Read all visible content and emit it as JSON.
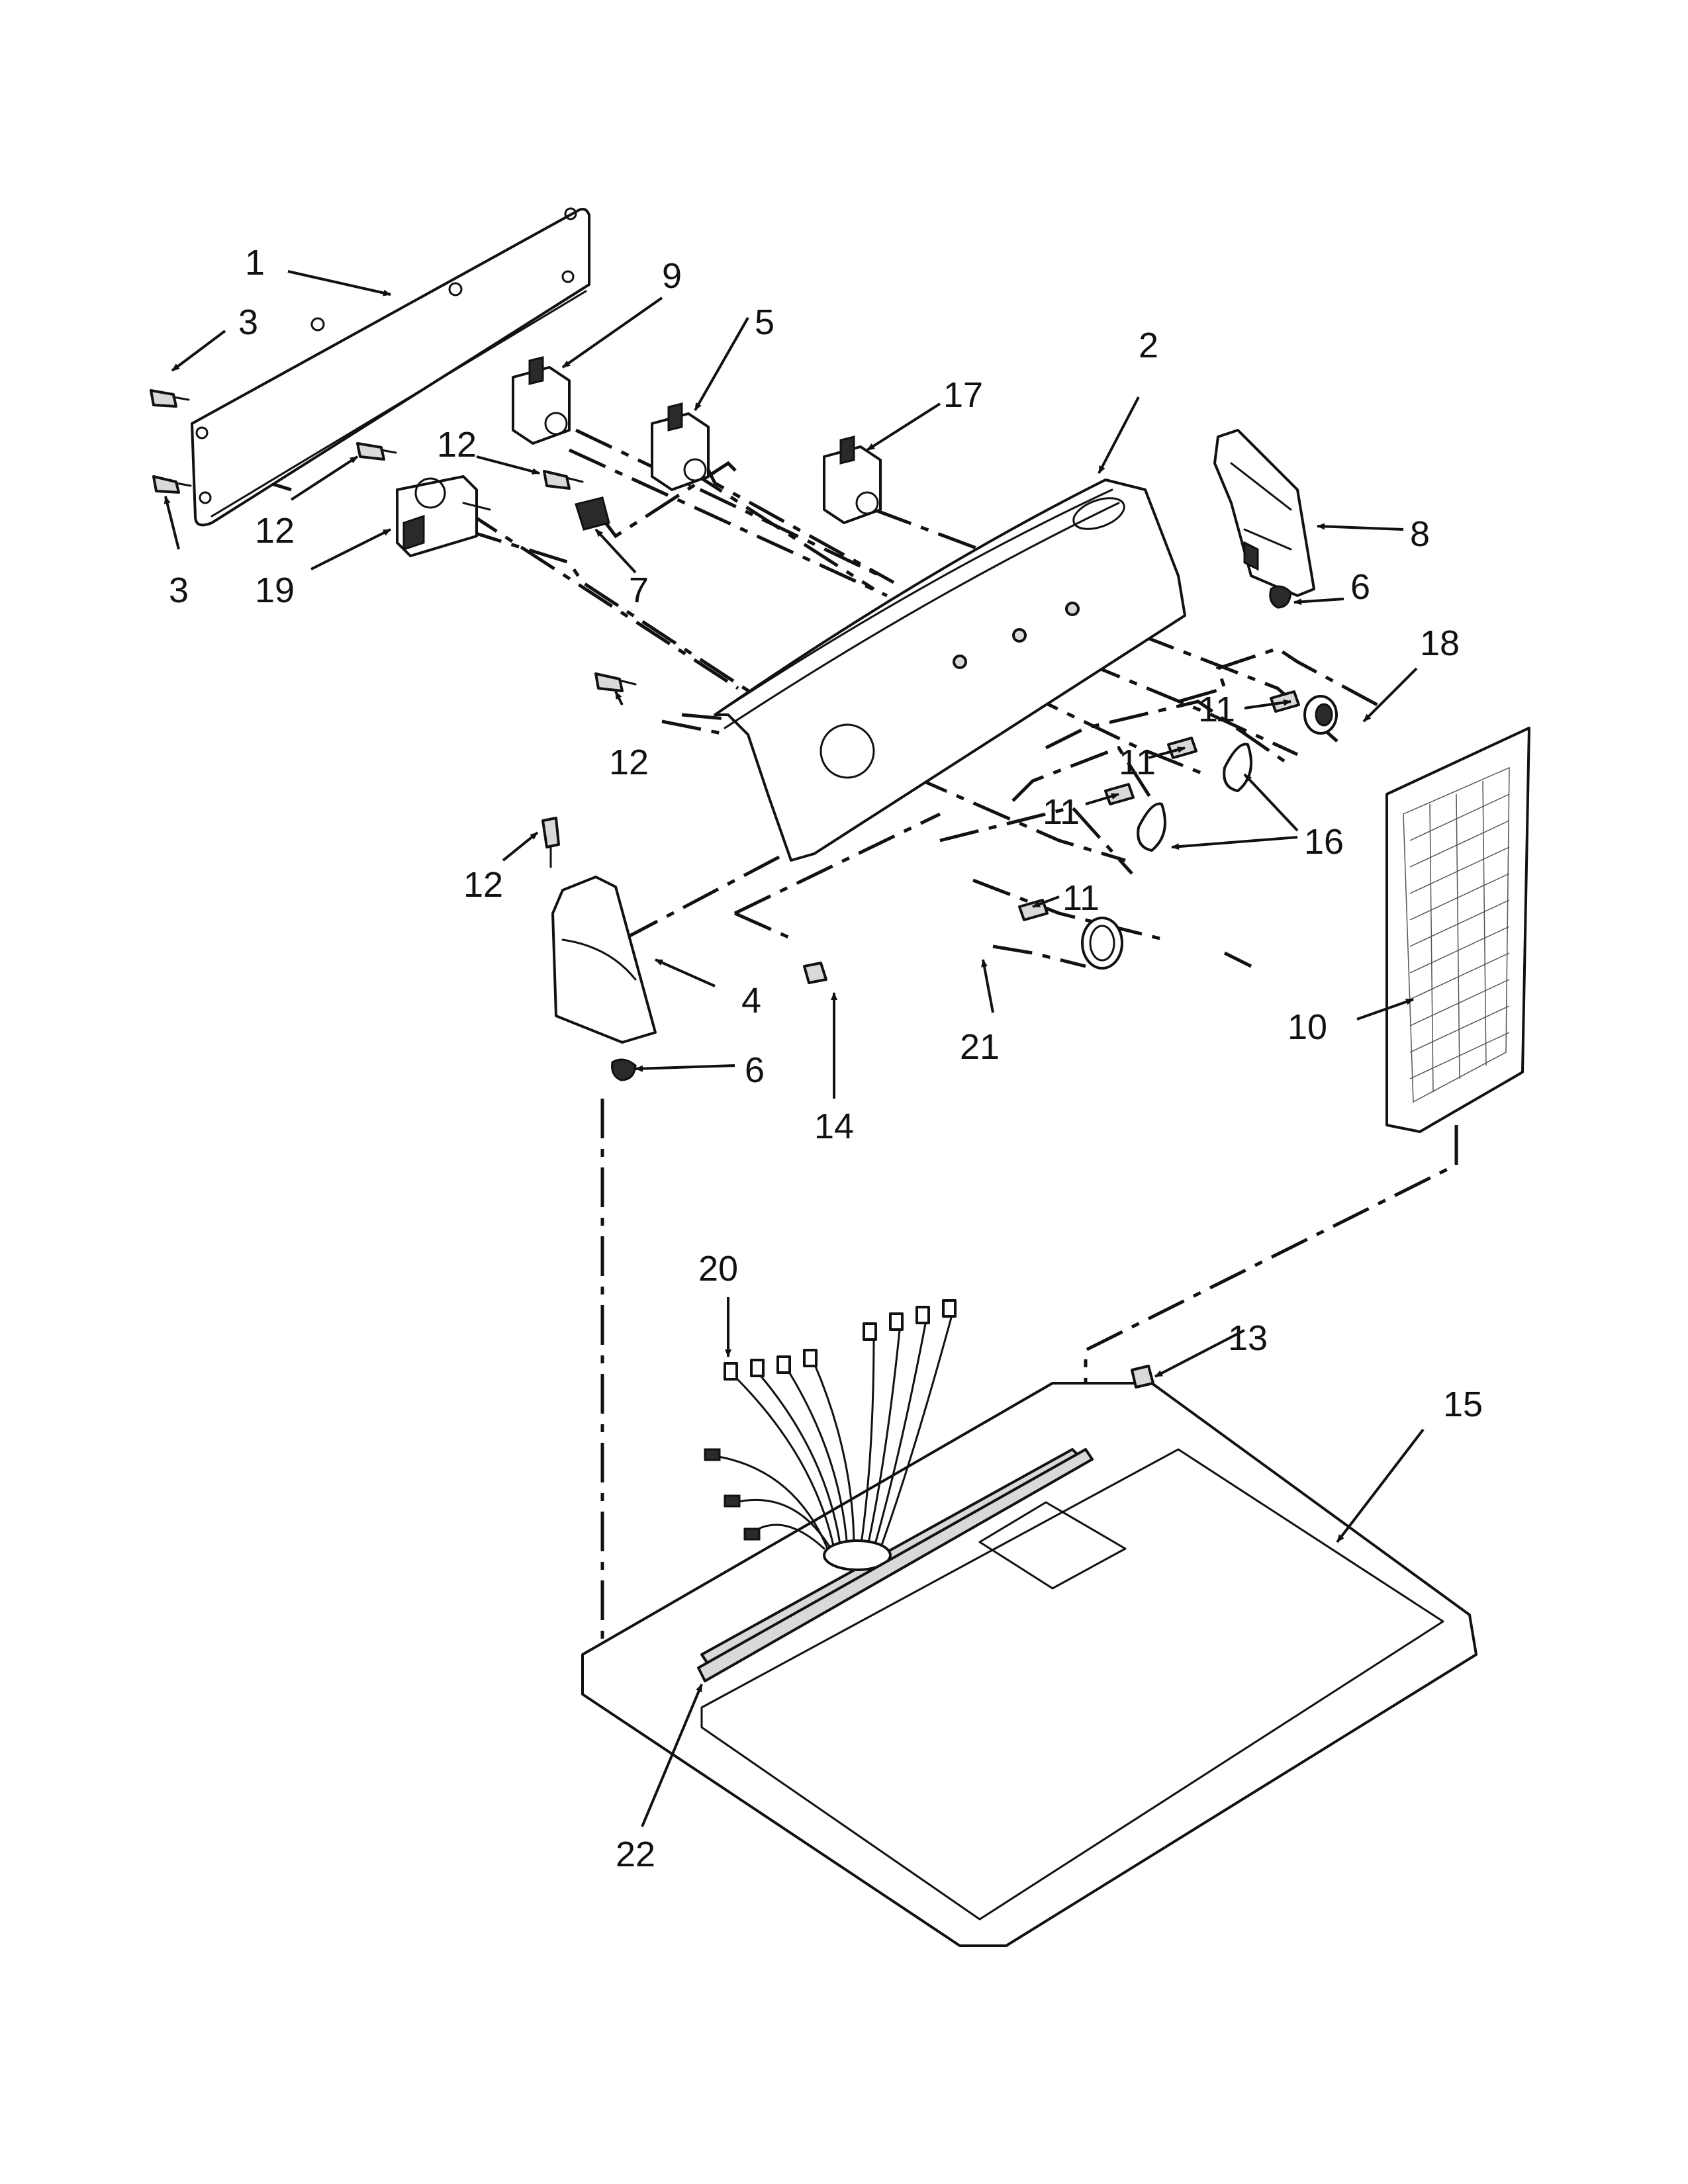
{
  "diagram": {
    "callouts": [
      {
        "id": "c1",
        "text": "1"
      },
      {
        "id": "c2",
        "text": "2"
      },
      {
        "id": "c3a",
        "text": "3"
      },
      {
        "id": "c3b",
        "text": "3"
      },
      {
        "id": "c4",
        "text": "4"
      },
      {
        "id": "c5",
        "text": "5"
      },
      {
        "id": "c6a",
        "text": "6"
      },
      {
        "id": "c6b",
        "text": "6"
      },
      {
        "id": "c7",
        "text": "7"
      },
      {
        "id": "c8",
        "text": "8"
      },
      {
        "id": "c9",
        "text": "9"
      },
      {
        "id": "c10",
        "text": "10"
      },
      {
        "id": "c11a",
        "text": "11"
      },
      {
        "id": "c11b",
        "text": "11"
      },
      {
        "id": "c11c",
        "text": "11"
      },
      {
        "id": "c11d",
        "text": "11"
      },
      {
        "id": "c12a",
        "text": "12"
      },
      {
        "id": "c12b",
        "text": "12"
      },
      {
        "id": "c12c",
        "text": "12"
      },
      {
        "id": "c12d",
        "text": "12"
      },
      {
        "id": "c13",
        "text": "13"
      },
      {
        "id": "c14",
        "text": "14"
      },
      {
        "id": "c15",
        "text": "15"
      },
      {
        "id": "c16",
        "text": "16"
      },
      {
        "id": "c17",
        "text": "17"
      },
      {
        "id": "c18",
        "text": "18"
      },
      {
        "id": "c19",
        "text": "19"
      },
      {
        "id": "c20",
        "text": "20"
      },
      {
        "id": "c21",
        "text": "21"
      },
      {
        "id": "c22",
        "text": "22"
      }
    ]
  }
}
